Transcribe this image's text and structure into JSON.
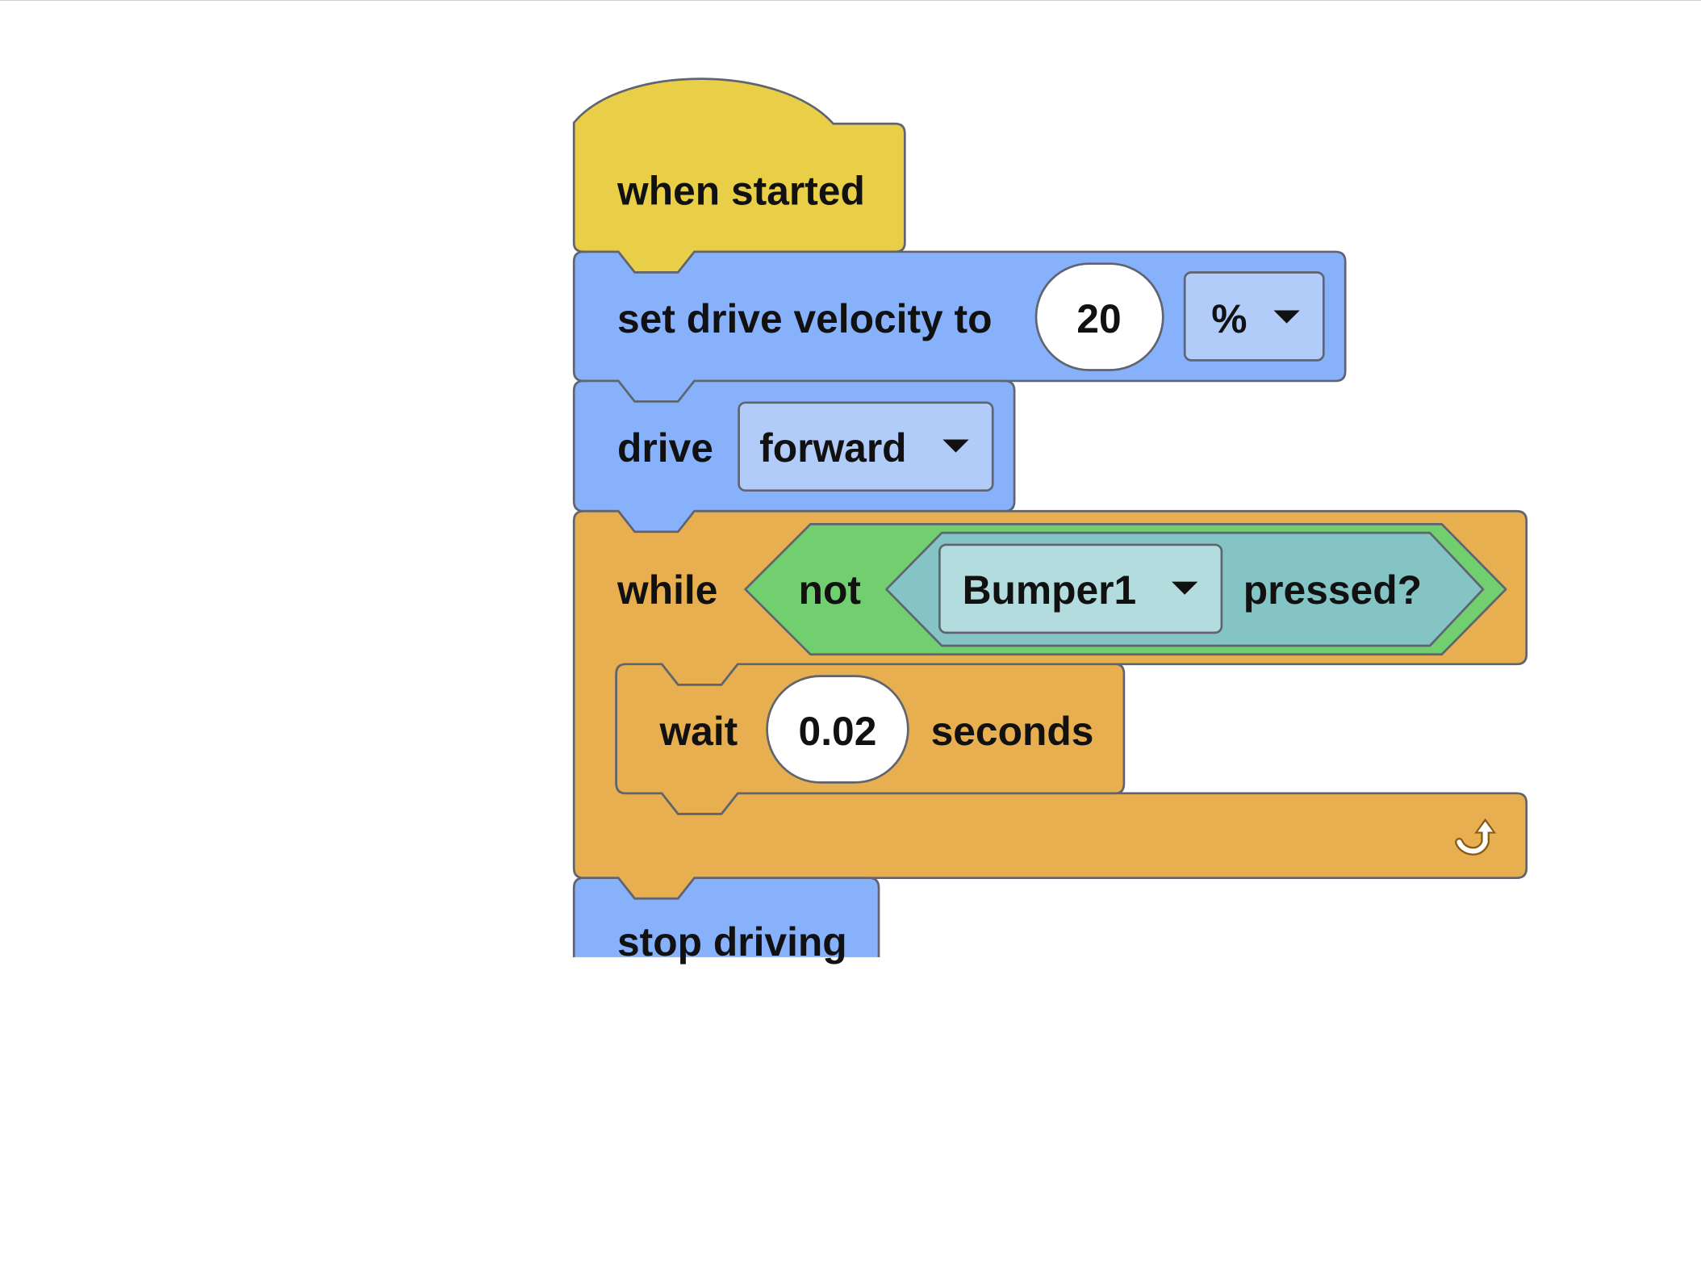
{
  "script": {
    "when_started": {
      "label": "when started"
    },
    "set_velocity": {
      "label": "set drive velocity to",
      "value": "20",
      "unit": "%"
    },
    "drive": {
      "label": "drive",
      "direction": "forward"
    },
    "while_loop": {
      "label": "while",
      "not_label": "not",
      "sensor": "Bumper1",
      "condition_label": "pressed?"
    },
    "wait": {
      "label": "wait",
      "value": "0.02",
      "unit_label": "seconds"
    },
    "stop_driving": {
      "label": "stop driving"
    }
  },
  "colors": {
    "event": "#E9CF48",
    "drivetrain": "#87B1FA",
    "drivetrain_field": "#B2CCFA",
    "control": "#E7AF4F",
    "operator": "#71CF70",
    "sensing": "#84C4C5",
    "sensing_field": "#B2DCDD",
    "outline": "#5F6470"
  },
  "icons": {
    "dropdown": "caret-down-icon",
    "loop": "loop-arrow-icon"
  }
}
